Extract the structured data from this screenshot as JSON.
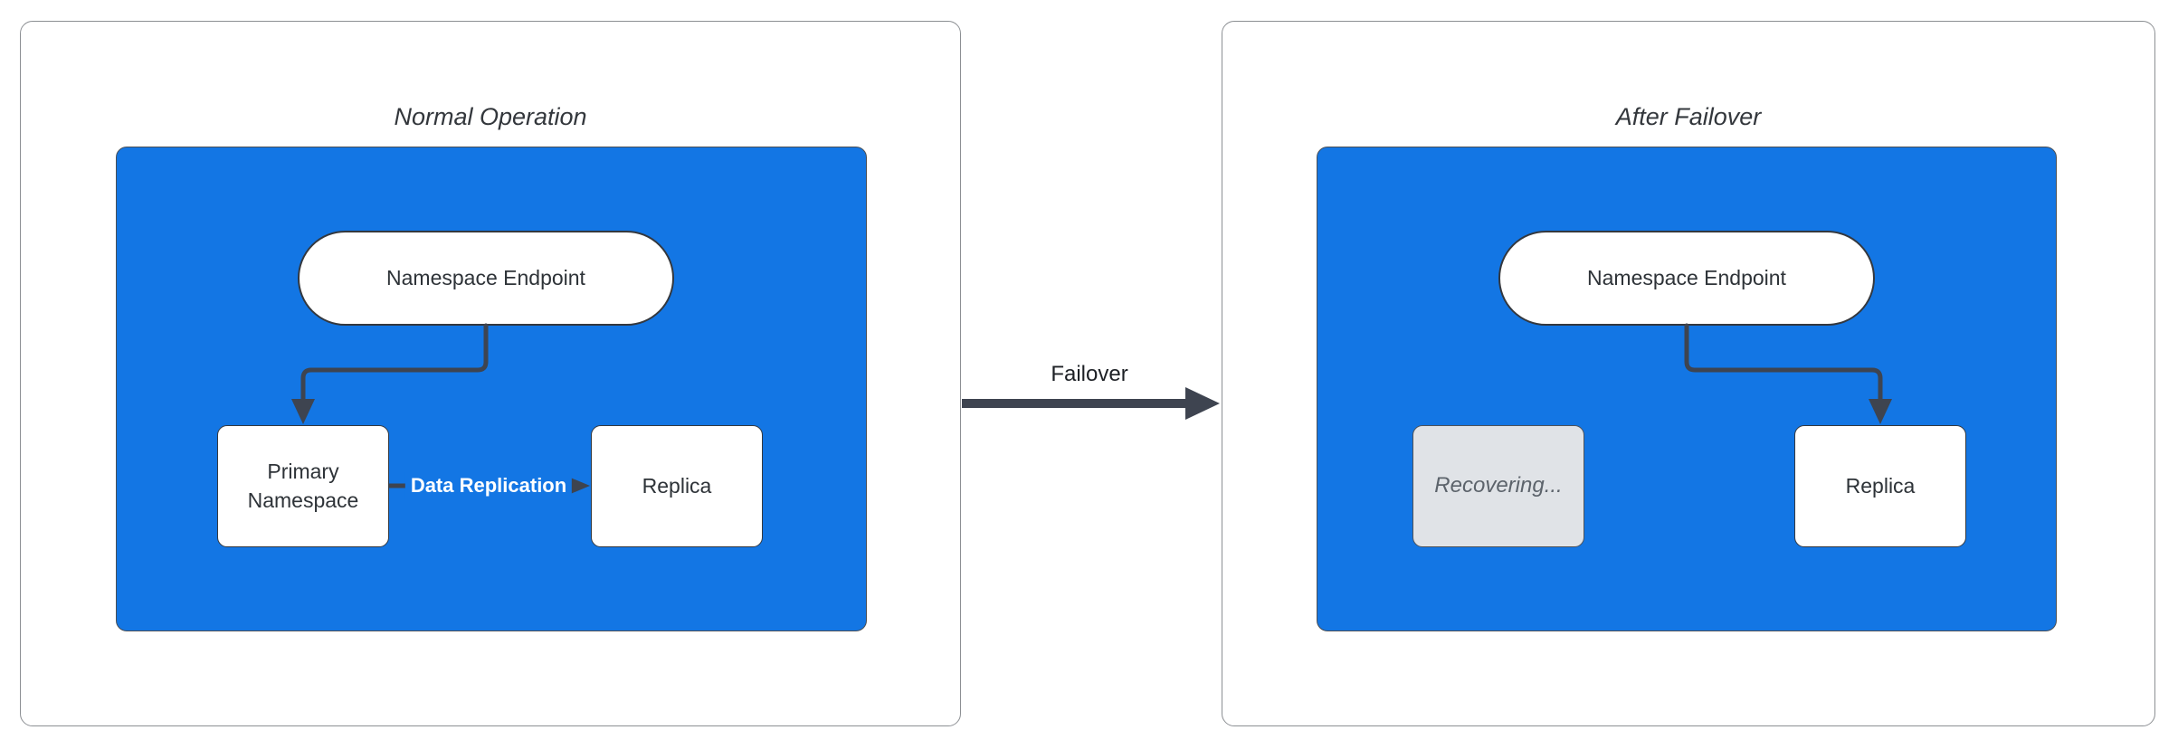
{
  "left_panel": {
    "title": "Normal Operation",
    "endpoint": "Namespace Endpoint",
    "primary": "Primary Namespace",
    "replica": "Replica",
    "replication_label": "Data Replication"
  },
  "transition": {
    "label": "Failover"
  },
  "right_panel": {
    "title": "After Failover",
    "endpoint": "Namespace Endpoint",
    "recovering": "Recovering...",
    "replica": "Replica"
  },
  "colors": {
    "accent_blue": "#1376E4",
    "stroke_dark": "#3E4450",
    "node_border": "#34383E",
    "node_text": "#2E3338",
    "panel_border": "#8C8F93",
    "title_text": "#33373C",
    "gray_node_bg": "#E0E3E7",
    "gray_node_border": "#4E5258",
    "gray_node_text": "#5C636B"
  }
}
